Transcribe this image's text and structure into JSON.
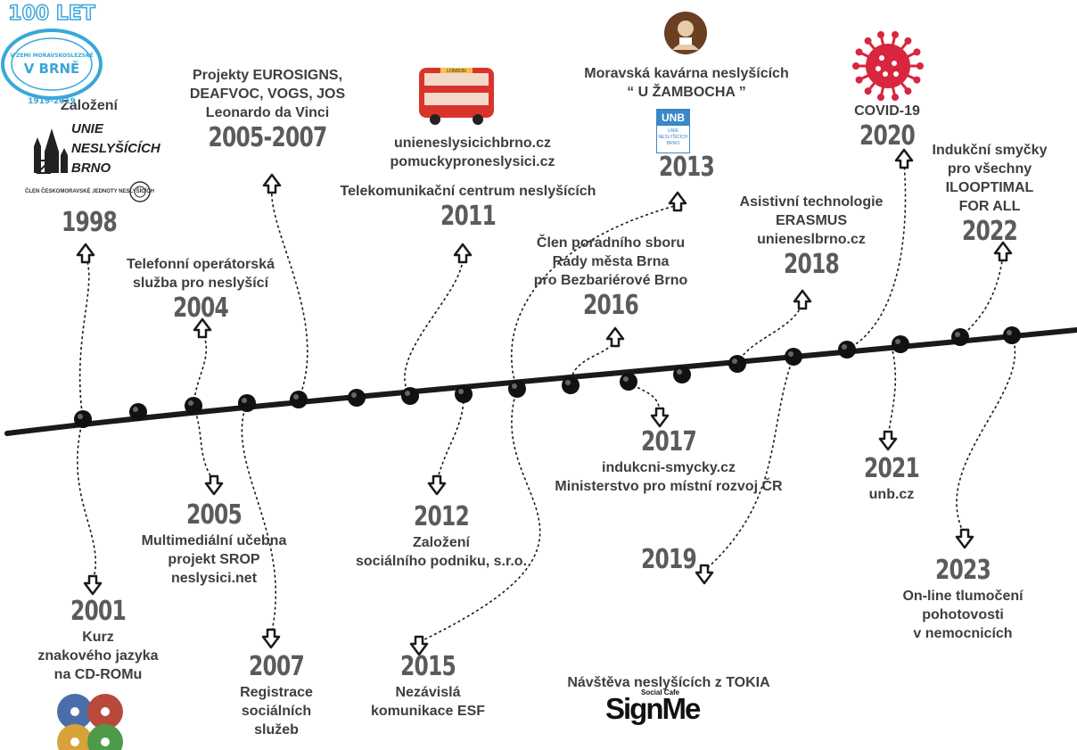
{
  "timeline": {
    "entries": [
      {
        "id": "e1998",
        "year": "1998",
        "lines_before": [
          "Založení"
        ],
        "lines_after": [],
        "up": true
      },
      {
        "id": "e2001",
        "year": "2001",
        "lines_before": [],
        "lines_after": [
          "Kurz",
          "znakového jazyka",
          "na CD-ROMu"
        ],
        "up": false
      },
      {
        "id": "e2004",
        "year": "2004",
        "lines_before": [
          "Telefonní operátorská",
          "služba pro neslyšící"
        ],
        "lines_after": [],
        "up": true
      },
      {
        "id": "e2005",
        "year": "2005",
        "lines_before": [],
        "lines_after": [
          "Multimediální učebna",
          "projekt SROP",
          "neslysici.net"
        ],
        "up": false
      },
      {
        "id": "e2007",
        "year": "2007",
        "lines_before": [],
        "lines_after": [
          "Registrace",
          "sociálních",
          "služeb"
        ],
        "up": false
      },
      {
        "id": "e2005_2007",
        "year": "2005-2007",
        "lines_before": [
          "Projekty EUROSIGNS,",
          "DEAFVOC, VOGS, JOS",
          "Leonardo da Vinci"
        ],
        "lines_after": [],
        "up": true
      },
      {
        "id": "e2011",
        "year": "2011",
        "lines_before": [
          "Telekomunikační centrum neslyšících"
        ],
        "lines_after": [],
        "up": true
      },
      {
        "id": "e2011_web",
        "year": "",
        "lines_before": [
          "unieneslysicichbrno.cz",
          "pomuckyproneslysici.cz"
        ],
        "lines_after": [],
        "up": true
      },
      {
        "id": "e2012",
        "year": "2012",
        "lines_before": [],
        "lines_after": [
          "Založení",
          "sociálního podniku, s.r.o."
        ],
        "up": false
      },
      {
        "id": "e2015",
        "year": "2015",
        "lines_before": [],
        "lines_after": [
          "Nezávislá",
          "komunikace ESF"
        ],
        "up": false
      },
      {
        "id": "e2013",
        "year": "2013",
        "lines_before": [
          "Moravská kavárna neslyšících",
          "“ U ŽAMBOCHA ”"
        ],
        "lines_after": [],
        "up": true
      },
      {
        "id": "e2016",
        "year": "2016",
        "lines_before": [
          "Člen poradního sboru",
          "Rady města Brna",
          "pro Bezbariérové Brno"
        ],
        "lines_after": [],
        "up": true
      },
      {
        "id": "e2017",
        "year": "2017",
        "lines_before": [],
        "lines_after": [
          "indukcni-smycky.cz",
          "Ministerstvo pro místní rozvoj ČR"
        ],
        "up": false
      },
      {
        "id": "e2018",
        "year": "2018",
        "lines_before": [
          "Asistivní technologie",
          "ERASMUS",
          "unieneslbrno.cz"
        ],
        "lines_after": [],
        "up": true
      },
      {
        "id": "e2019",
        "year": "2019",
        "lines_before": [],
        "lines_after": [],
        "up": false
      },
      {
        "id": "e2019_b",
        "year": "",
        "lines_before": [],
        "lines_after": [
          "Návštěva neslyšících z TOKIA"
        ],
        "up": false
      },
      {
        "id": "e2020",
        "year": "2020",
        "lines_before": [
          "COVID-19"
        ],
        "lines_after": [],
        "up": true
      },
      {
        "id": "e2021",
        "year": "2021",
        "lines_before": [],
        "lines_after": [
          "unb.cz"
        ],
        "up": false
      },
      {
        "id": "e2022",
        "year": "2022",
        "lines_before": [
          "Indukční smyčky",
          "pro všechny",
          "ILOOPTIMAL",
          "FOR ALL"
        ],
        "lines_after": [],
        "up": true
      },
      {
        "id": "e2023",
        "year": "2023",
        "lines_before": [],
        "lines_after": [
          "On-line tlumočení",
          "pohotovosti",
          "v nemocnicích"
        ],
        "up": false
      }
    ]
  },
  "logos": {
    "unie_lines": [
      "UNIE",
      "NESLYŠÍCÍCH",
      "BRNO"
    ],
    "unie_small": "ČLEN ČESKOMORAVSKÉ JEDNOTY NESLYŠÍCÍCH",
    "unb_mark": "UNB",
    "unb_small": "UNIE NESLYŠÍCÍCH BRNO",
    "bus_sign": "LONDON",
    "stamp_top": "100 LET",
    "stamp_mid1": "V ZEMI MORAVSKOSLEZSKÉ",
    "stamp_mid2": "V BRNĚ",
    "stamp_years": "1919-2019",
    "signme_small": "Social Cafe",
    "signme_text": "SignMe"
  },
  "colors": {
    "line": "#1a1a1a",
    "text": "#3e3e3e",
    "year": "#5b5b5b",
    "virus": "#d7263d",
    "bus": "#d9332b",
    "stamp": "#3aa7d9",
    "unb": "#3b87c9"
  }
}
